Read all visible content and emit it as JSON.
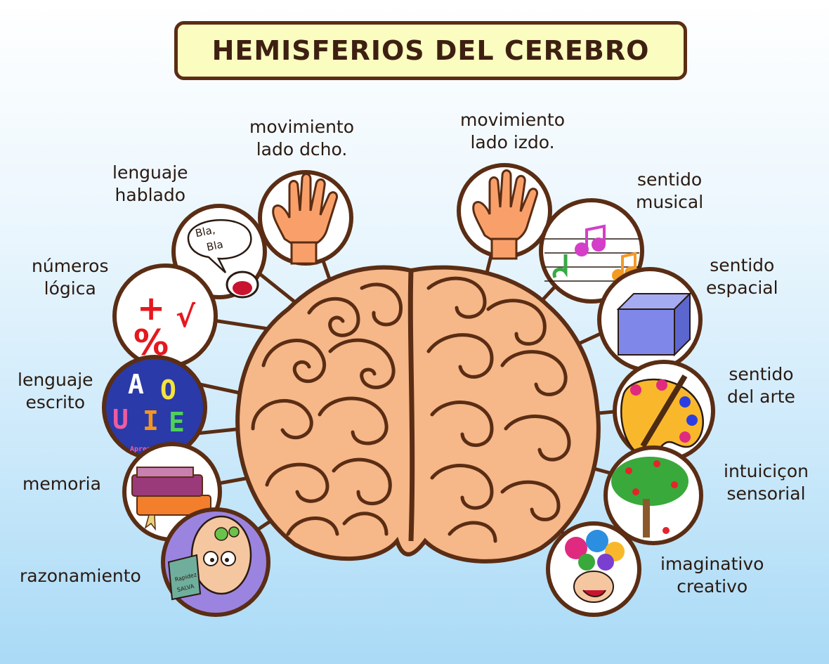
{
  "title": "HEMISFERIOS DEL CEREBRO",
  "left": {
    "movement": [
      "movimiento",
      "lado dcho."
    ],
    "spoken": [
      "lenguaje",
      "hablado"
    ],
    "numbers": [
      "números",
      "lógica"
    ],
    "written": [
      "lenguaje",
      "escrito"
    ],
    "memory": "memoria",
    "reasoning": "razonamiento"
  },
  "right": {
    "movement": [
      "movimiento",
      "lado izdo."
    ],
    "music": [
      "sentido",
      "musical"
    ],
    "spatial": [
      "sentido",
      "espacial"
    ],
    "art": [
      "sentido",
      "del arte"
    ],
    "intuition": [
      "intuiciçon",
      "sensorial"
    ],
    "imagination": [
      "imaginativo",
      "creativo"
    ]
  },
  "icons": {
    "speech_bubble": [
      "Bla,",
      "Bla"
    ],
    "math_symbols": [
      "+",
      "√",
      "%"
    ],
    "vowels": [
      "A",
      "O",
      "U",
      "I",
      "E"
    ],
    "vowels_caption": "Aprendemos las",
    "book_cover": [
      "Rapidez",
      "SALVA"
    ]
  },
  "colors": {
    "outline": "#5a2d14",
    "brain": "#f6b789",
    "title_bg": "#fafdbf"
  }
}
